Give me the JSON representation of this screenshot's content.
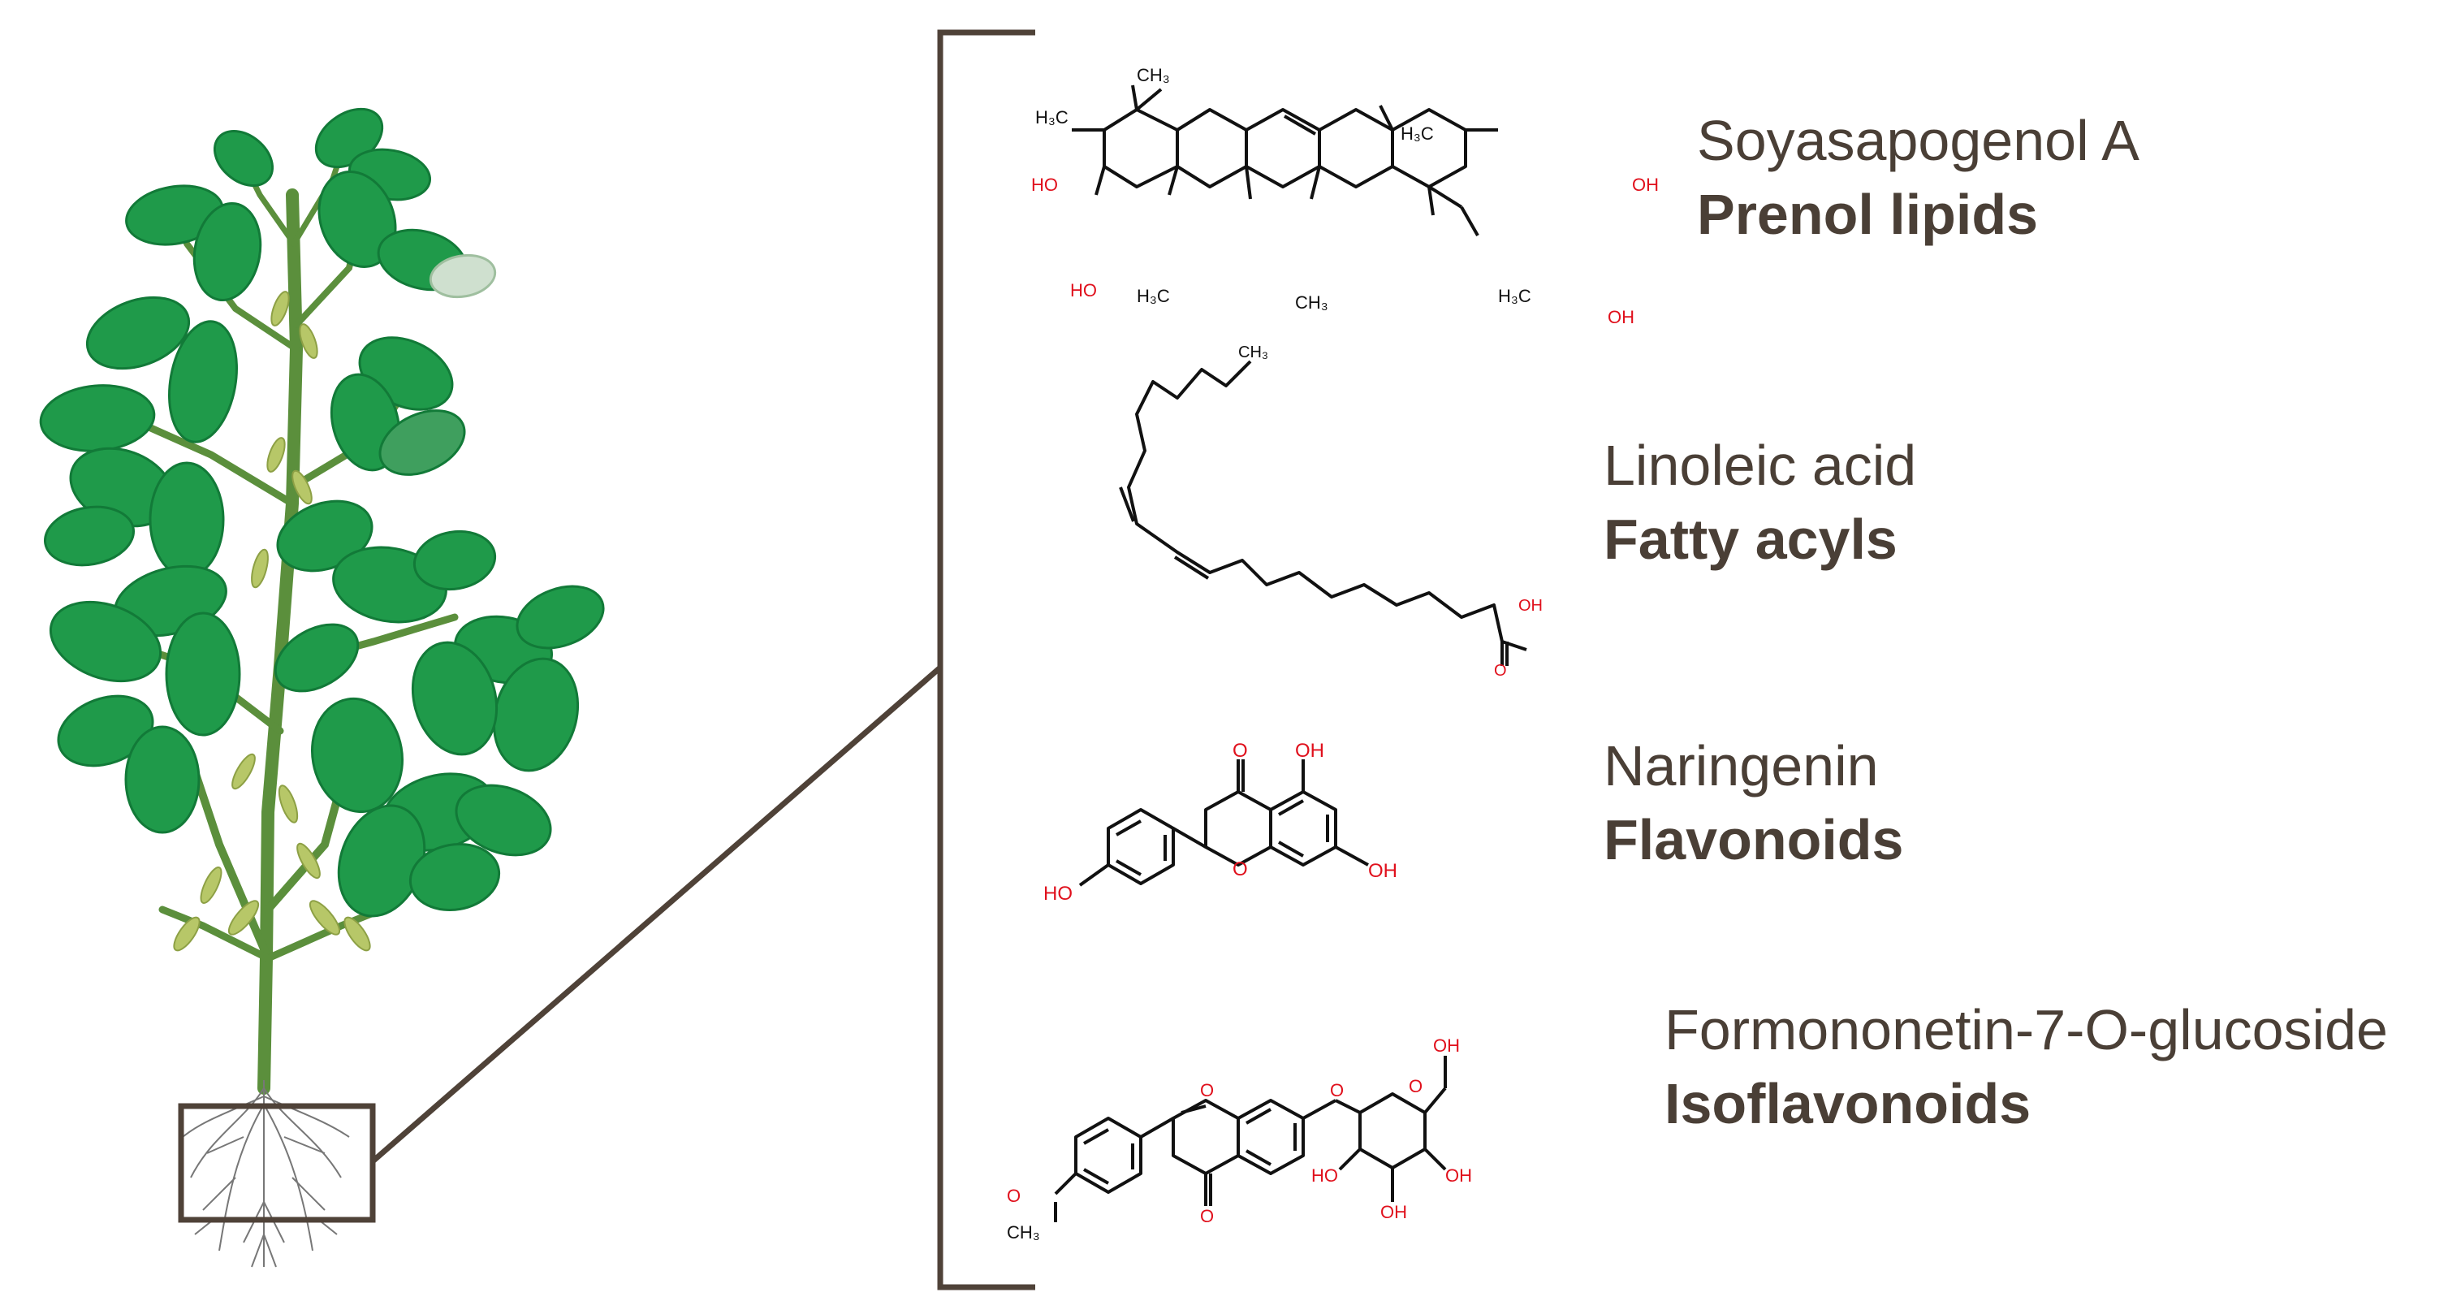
{
  "colors": {
    "text": "#4a3f36",
    "frame": "#4f4238",
    "bond": "#111111",
    "heteroatom": "#e0101c",
    "leaf": "#1f9a4a",
    "leaf_dark": "#127a38",
    "stem": "#5b8f3c",
    "pod": "#b7c768",
    "root": "#777777"
  },
  "compounds": [
    {
      "name": "Soyasapogenol A",
      "class": "Prenol lipids"
    },
    {
      "name": "Linoleic acid",
      "class": "Fatty acyls"
    },
    {
      "name": "Naringenin",
      "class": "Flavonoids"
    },
    {
      "name": "Formononetin-7-O-glucoside",
      "class": "Isoflavonoids"
    }
  ],
  "atom_labels": {
    "oh": "OH",
    "ho": "HO",
    "o": "O",
    "h3c": "H₃C",
    "ch3": "CH₃"
  },
  "icons": {
    "plant": "soybean-plant-icon",
    "root_zoom": "root-zoom-box-icon"
  }
}
